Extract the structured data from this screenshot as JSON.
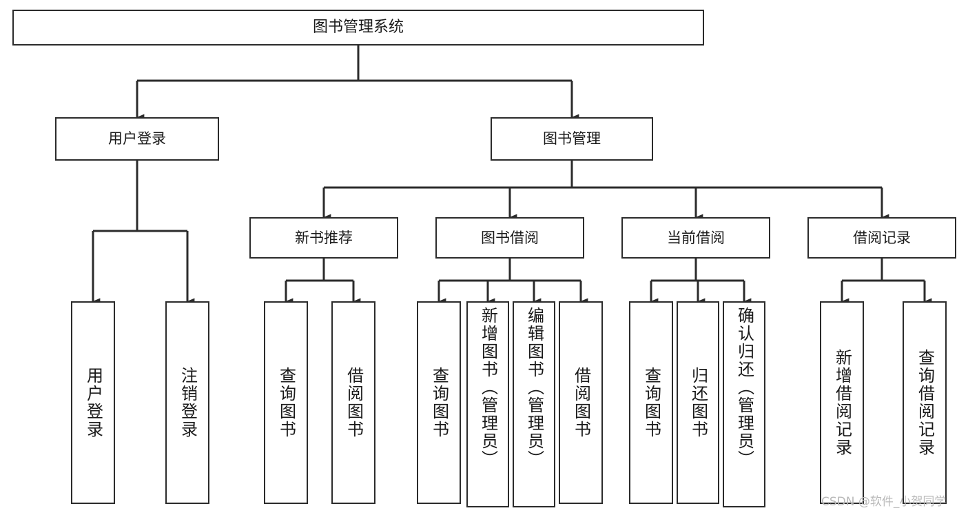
{
  "diagram": {
    "type": "tree-hierarchy",
    "title": "图书管理系统",
    "watermark": "CSDN @软件_小贺同学",
    "colors": {
      "stroke": "#2b2b2b",
      "fill": "#ffffff",
      "text": "#1a1a1a",
      "watermark": "#b9b9b9"
    },
    "levels": {
      "level1": [
        "图书管理系统"
      ],
      "level2": [
        "用户登录",
        "图书管理"
      ],
      "level3": [
        "新书推荐",
        "图书借阅",
        "当前借阅",
        "借阅记录"
      ],
      "level4": [
        "用户登录",
        "注销登录",
        "查询图书",
        "借阅图书",
        "查询图书",
        "新增图书（管理员）",
        "编辑图书（管理员）",
        "借阅图书",
        "查询图书",
        "归还图书",
        "确认归还（管理员）",
        "新增借阅记录",
        "查询借阅记录"
      ]
    },
    "nodes": {
      "root": {
        "label": "图书管理系统"
      },
      "user_login": {
        "label": "用户登录"
      },
      "book_manage": {
        "label": "图书管理"
      },
      "new_book_rec": {
        "label": "新书推荐"
      },
      "book_borrow": {
        "label": "图书借阅"
      },
      "current_borrow": {
        "label": "当前借阅"
      },
      "borrow_record": {
        "label": "借阅记录"
      },
      "leaf_user_login": {
        "label": "用户登录"
      },
      "leaf_logout": {
        "label": "注销登录"
      },
      "leaf_query_book_a": {
        "label": "查询图书"
      },
      "leaf_borrow_book_a": {
        "label": "借阅图书"
      },
      "leaf_query_book_b": {
        "label": "查询图书"
      },
      "leaf_add_book": {
        "label": "新增图书（管理员）"
      },
      "leaf_edit_book": {
        "label": "编辑图书（管理员）"
      },
      "leaf_borrow_book_b": {
        "label": "借阅图书"
      },
      "leaf_query_book_c": {
        "label": "查询图书"
      },
      "leaf_return_book": {
        "label": "归还图书"
      },
      "leaf_confirm_return": {
        "label": "确认归还（管理员）"
      },
      "leaf_add_record": {
        "label": "新增借阅记录"
      },
      "leaf_query_record": {
        "label": "查询借阅记录"
      }
    }
  }
}
